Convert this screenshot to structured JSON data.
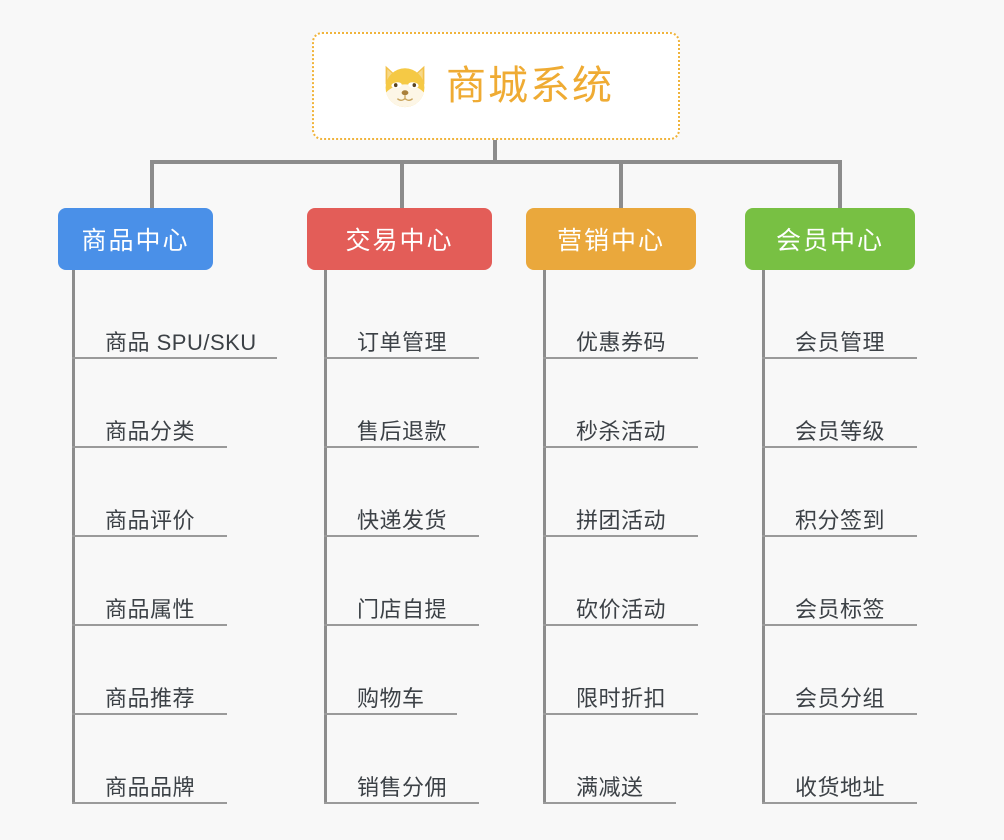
{
  "diagram": {
    "type": "org-chart",
    "background_color": "#f8f8f8",
    "connector_color": "#8c8c8c"
  },
  "root": {
    "title": "商城系统",
    "icon": "dog-face-icon",
    "text_color": "#efab33",
    "border_color": "#f0b43c",
    "border_style": "dotted",
    "fill_color": "#ffffff"
  },
  "branches": [
    {
      "title": "商品中心",
      "color": "#4a90e8",
      "leaves": [
        {
          "label": "商品 SPU/SKU"
        },
        {
          "label": "商品分类"
        },
        {
          "label": "商品评价"
        },
        {
          "label": "商品属性"
        },
        {
          "label": "商品推荐"
        },
        {
          "label": "商品品牌"
        }
      ]
    },
    {
      "title": "交易中心",
      "color": "#e35d58",
      "leaves": [
        {
          "label": "订单管理"
        },
        {
          "label": "售后退款"
        },
        {
          "label": "快递发货"
        },
        {
          "label": "门店自提"
        },
        {
          "label": "购物车"
        },
        {
          "label": "销售分佣"
        }
      ]
    },
    {
      "title": "营销中心",
      "color": "#eaa83c",
      "leaves": [
        {
          "label": "优惠券码"
        },
        {
          "label": "秒杀活动"
        },
        {
          "label": "拼团活动"
        },
        {
          "label": "砍价活动"
        },
        {
          "label": "限时折扣"
        },
        {
          "label": "满减送"
        }
      ]
    },
    {
      "title": "会员中心",
      "color": "#78c043",
      "leaves": [
        {
          "label": "会员管理"
        },
        {
          "label": "会员等级"
        },
        {
          "label": "积分签到"
        },
        {
          "label": "会员标签"
        },
        {
          "label": "会员分组"
        },
        {
          "label": "收货地址"
        }
      ]
    }
  ]
}
